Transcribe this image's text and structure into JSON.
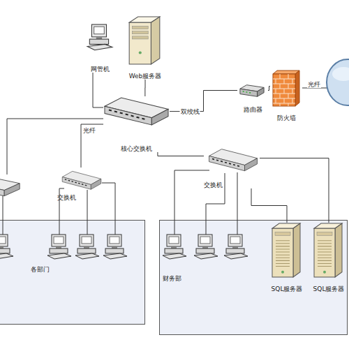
{
  "diagram": {
    "nodes": [
      {
        "text": [
          "网管机"
        ]
      },
      {
        "text": [
          "Web服务器"
        ]
      },
      {
        "text": [
          "核心交换机"
        ]
      },
      {
        "text": [
          "路由器"
        ]
      },
      {
        "text": [
          "防火墙"
        ]
      },
      {
        "text": [
          "交换机"
        ]
      },
      {
        "text": [
          "交换机"
        ]
      },
      {
        "text": [
          "各部门"
        ]
      },
      {
        "text": [
          "财务部"
        ]
      },
      {
        "text": [
          "SQL服务器"
        ],
        "in": 8
      },
      {
        "text": [
          "SQL服务器"
        ],
        "in": 8
      }
    ],
    "edges": [
      {
        "from": 0,
        "to": 2,
        "arrow": "none"
      },
      {
        "from": 1,
        "to": 2,
        "arrow": "none"
      },
      {
        "from": 2,
        "to": 3,
        "label": "双绞线",
        "arrow": "none"
      },
      {
        "from": 3,
        "to": 4,
        "arrow": "none"
      },
      {
        "from": 2,
        "to": 5,
        "label": "光纤",
        "arrow": "none"
      },
      {
        "from": 2,
        "to": 6,
        "arrow": "none"
      },
      {
        "from": 6,
        "to": 9,
        "arrow": "none"
      },
      {
        "from": 6,
        "to": 10,
        "arrow": "none"
      }
    ],
    "labels": [
      "光纤"
    ]
  }
}
